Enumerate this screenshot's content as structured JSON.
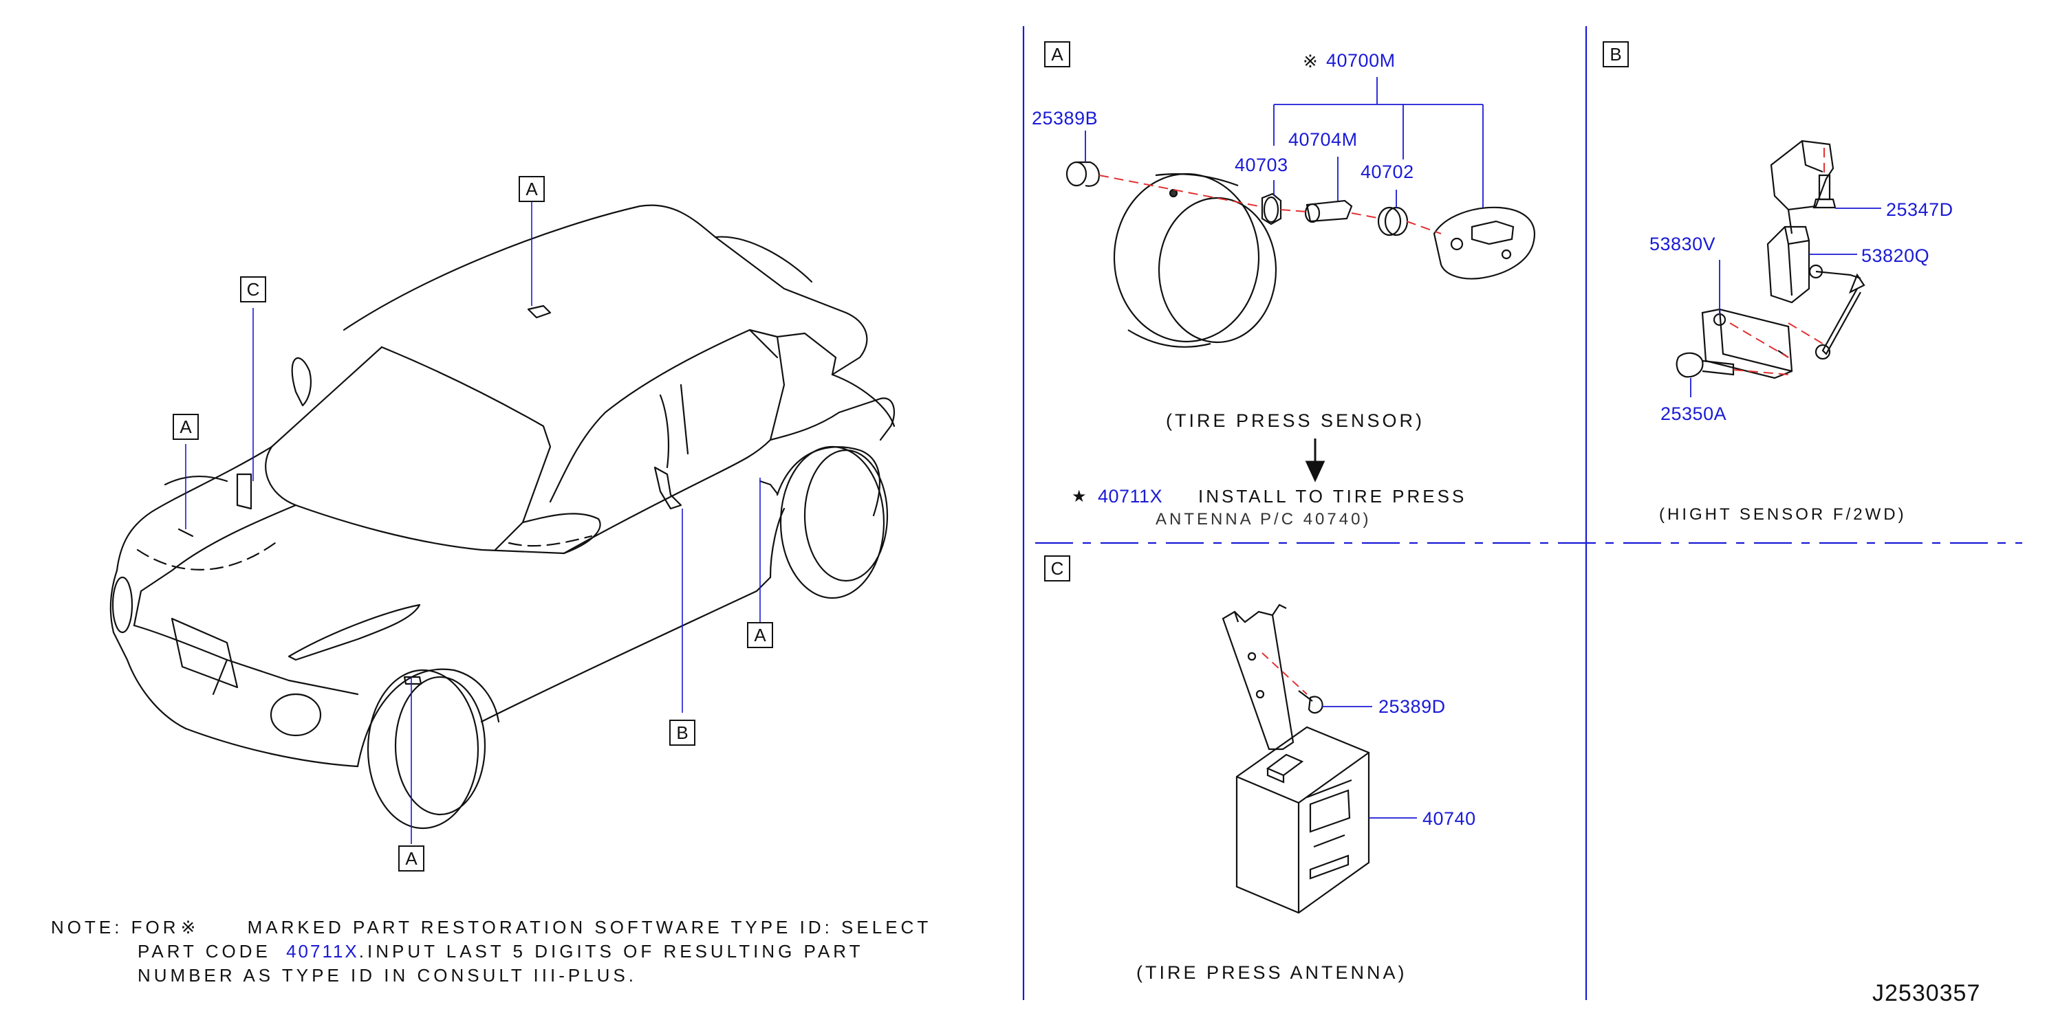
{
  "callouts": {
    "main_A_roof": "A",
    "main_C": "C",
    "main_A_left": "A",
    "main_A_rear": "A",
    "main_B": "B",
    "main_A_front": "A"
  },
  "panel_a": {
    "label": "A",
    "caption": "(TIRE   PRESS   SENSOR)",
    "parts": {
      "sensor_assy": "40700M",
      "sensor_symbol": "※",
      "cap": "25389B",
      "valve": "40704M",
      "nut": "40703",
      "grommet": "40702"
    },
    "footnote_star": "★",
    "footnote_part": "40711X",
    "footnote_text": "INSTALL  TO  TIRE  PRESS",
    "footnote_line2": "ANTENNA  P/C  40740)"
  },
  "panel_b": {
    "label": "B",
    "caption": "(HIGHT SENSOR  F/2WD)",
    "parts": {
      "bolt_top": "25347D",
      "sensor": "53820Q",
      "bracket": "53830V",
      "bolt_bottom": "25350A"
    }
  },
  "panel_c": {
    "label": "C",
    "caption": "(TIRE   PRESS   ANTENNA)",
    "parts": {
      "screw": "25389D",
      "antenna": "40740"
    }
  },
  "note": {
    "lead": "NOTE:  FOR",
    "symbol": "※",
    "line1_rest": "MARKED  PART  RESTORATION  SOFTWARE  TYPE  ID:  SELECT",
    "line2_a": "PART  CODE",
    "line2_part": "40711X",
    "line2_b": ".INPUT  LAST  5  DIGITS  OF  RESULTING  PART",
    "line3": "NUMBER  AS  TYPE  ID  IN  CONSULT  III-PLUS."
  },
  "diagram_ref": "J2530357",
  "colors": {
    "part_number": "#1a1ad6",
    "leader": "#1a1ad6",
    "dash": "#e23030",
    "ink": "#111111"
  }
}
